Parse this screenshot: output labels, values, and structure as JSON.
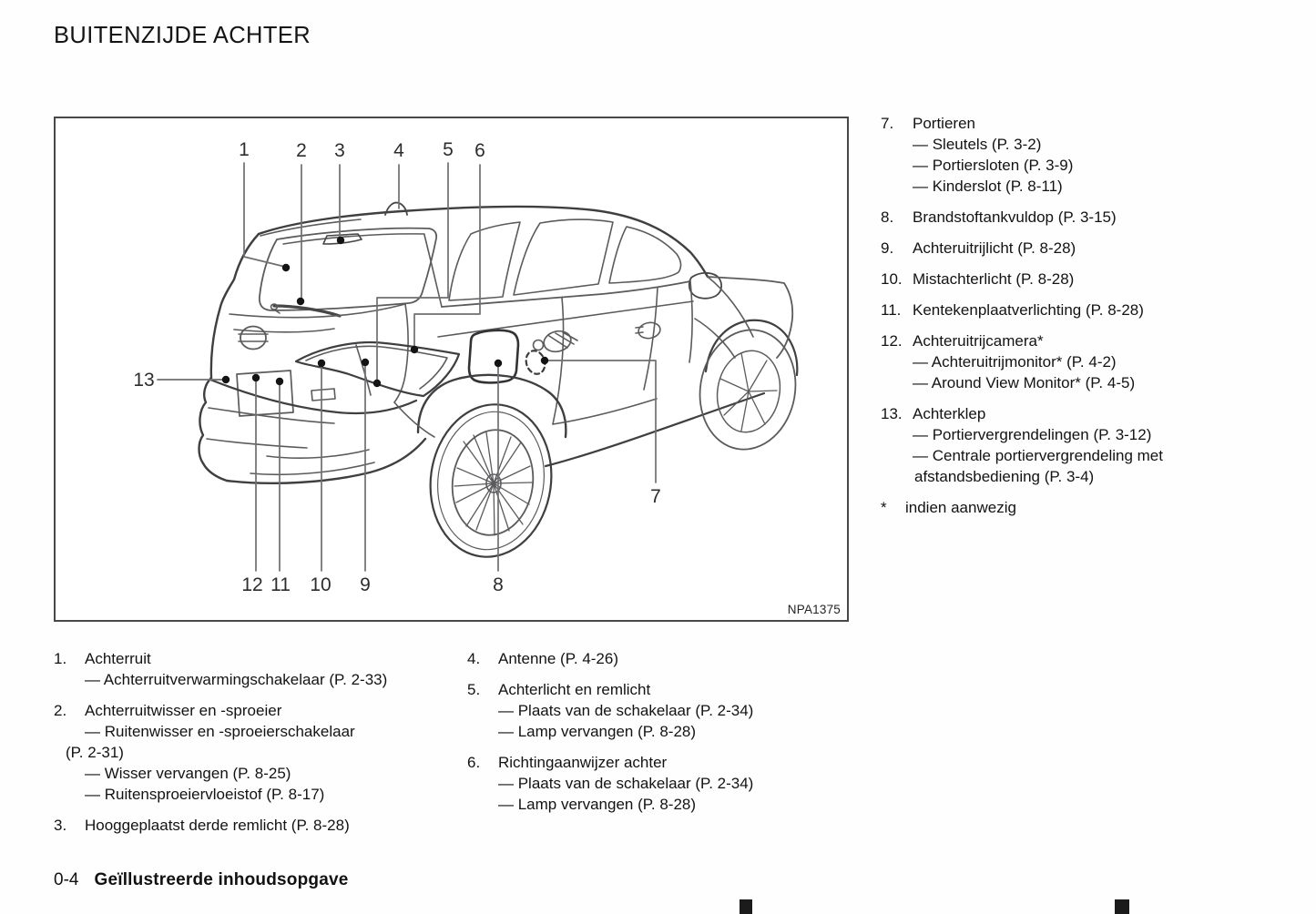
{
  "doc": {
    "title": "BUITENZIJDE ACHTER",
    "figure_code": "NPA1375",
    "footer": {
      "page_number": "0-4",
      "section_title": "Geïllustreerde inhoudsopgave"
    }
  },
  "diagram": {
    "callout_labels": [
      "1",
      "2",
      "3",
      "4",
      "5",
      "6",
      "7",
      "8",
      "9",
      "10",
      "11",
      "12",
      "13"
    ]
  },
  "lists": {
    "left": [
      {
        "num": "1.",
        "title": "Achterruit",
        "lines": [
          {
            "cls": "sub",
            "text": "— Achterruitverwarmingschakelaar (P. 2-33)"
          }
        ]
      },
      {
        "num": "2.",
        "title": "Achterruitwisser en -sproeier",
        "lines": [
          {
            "cls": "sub",
            "text": "— Ruitenwisser en -sproeierschakelaar"
          },
          {
            "cls": "wrap-out",
            "text": "(P. 2-31)"
          },
          {
            "cls": "sub",
            "text": "— Wisser vervangen (P. 8-25)"
          },
          {
            "cls": "sub",
            "text": "— Ruitensproeiervloeistof (P. 8-17)"
          }
        ]
      },
      {
        "num": "3.",
        "title": "Hooggeplaatst derde remlicht (P. 8-28)",
        "lines": []
      }
    ],
    "middle": [
      {
        "num": "4.",
        "title": "Antenne (P. 4-26)",
        "lines": []
      },
      {
        "num": "5.",
        "title": "Achterlicht en remlicht",
        "lines": [
          {
            "cls": "sub",
            "text": "— Plaats van de schakelaar (P. 2-34)"
          },
          {
            "cls": "sub",
            "text": "— Lamp vervangen (P. 8-28)"
          }
        ]
      },
      {
        "num": "6.",
        "title": "Richtingaanwijzer achter",
        "lines": [
          {
            "cls": "sub",
            "text": "— Plaats van de schakelaar (P. 2-34)"
          },
          {
            "cls": "sub",
            "text": "— Lamp vervangen (P. 8-28)"
          }
        ]
      }
    ],
    "right": [
      {
        "num": "7.",
        "title": "Portieren",
        "lines": [
          {
            "cls": "sub",
            "text": "— Sleutels (P. 3-2)"
          },
          {
            "cls": "sub",
            "text": "— Portiersloten (P. 3-9)"
          },
          {
            "cls": "sub",
            "text": "— Kinderslot (P. 8-11)"
          }
        ]
      },
      {
        "num": "8.",
        "title": "Brandstoftankvuldop (P. 3-15)",
        "lines": []
      },
      {
        "num": "9.",
        "title": "Achteruitrijlicht (P. 8-28)",
        "lines": []
      },
      {
        "num": "10.",
        "title": "Mistachterlicht (P. 8-28)",
        "lines": []
      },
      {
        "num": "11.",
        "title": "Kentekenplaatverlichting (P. 8-28)",
        "lines": []
      },
      {
        "num": "12.",
        "title": "Achteruitrijcamera*",
        "lines": [
          {
            "cls": "sub",
            "text": "— Achteruitrijmonitor* (P. 4-2)"
          },
          {
            "cls": "sub",
            "text": "— Around View Monitor* (P. 4-5)"
          }
        ]
      },
      {
        "num": "13.",
        "title": "Achterklep",
        "lines": [
          {
            "cls": "sub",
            "text": "— Portiervergrendelingen (P. 3-12)"
          },
          {
            "cls": "sub",
            "text": "— Centrale portiervergrendeling met"
          },
          {
            "cls": "wrap",
            "text": "afstandsbediening (P. 3-4)"
          }
        ]
      }
    ],
    "footnote": {
      "symbol": "*",
      "text": "indien aanwezig"
    }
  }
}
